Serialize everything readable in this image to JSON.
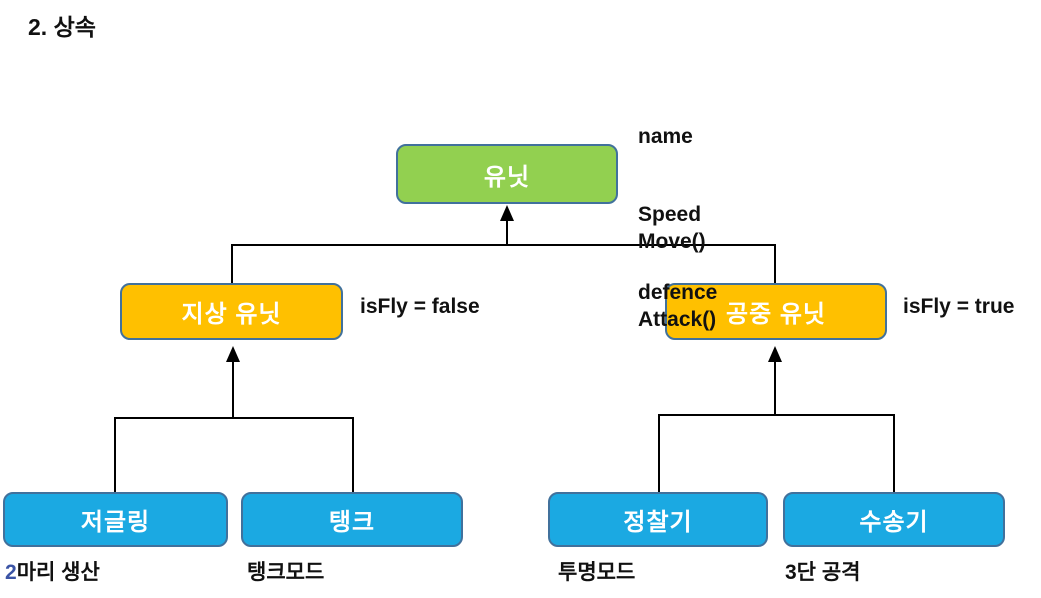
{
  "title": "2. 상속",
  "diagram": {
    "type": "inheritance-tree",
    "nodes": {
      "unit": {
        "label": "유닛",
        "level": 0,
        "fill": "#92d050"
      },
      "ground": {
        "label": "지상 유닛",
        "level": 1,
        "fill": "#ffc000"
      },
      "air": {
        "label": "공중 유닛",
        "level": 1,
        "fill": "#ffc000"
      },
      "zergling": {
        "label": "저글링",
        "level": 2,
        "fill": "#1ba9e2"
      },
      "tank": {
        "label": "탱크",
        "level": 2,
        "fill": "#1ba9e2"
      },
      "scout": {
        "label": "정찰기",
        "level": 2,
        "fill": "#1ba9e2"
      },
      "transport": {
        "label": "수송기",
        "level": 2,
        "fill": "#1ba9e2"
      }
    },
    "edges": [
      {
        "from": "지상 유닛",
        "to": "유닛"
      },
      {
        "from": "공중 유닛",
        "to": "유닛"
      },
      {
        "from": "저글링",
        "to": "지상 유닛"
      },
      {
        "from": "탱크",
        "to": "지상 유닛"
      },
      {
        "from": "정찰기",
        "to": "공중 유닛"
      },
      {
        "from": "수송기",
        "to": "공중 유닛"
      }
    ]
  },
  "annotations": {
    "attributes": [
      "name",
      "Speed",
      "defence"
    ],
    "methods": [
      "Move()",
      "Attack()"
    ],
    "ground_note": "isFly = false",
    "air_note": "isFly = true",
    "zergling_note_number": "2",
    "zergling_note_rest": "마리 생산",
    "tank_note": "탱크모드",
    "scout_note": "투명모드",
    "transport_note": "3단 공격"
  },
  "colors": {
    "parent_green": "#92d050",
    "mid_orange": "#ffc000",
    "leaf_blue": "#1ba9e2",
    "node_border": "#41719c",
    "line_black": "#000000",
    "caption_number_blue": "#3b54a5"
  }
}
